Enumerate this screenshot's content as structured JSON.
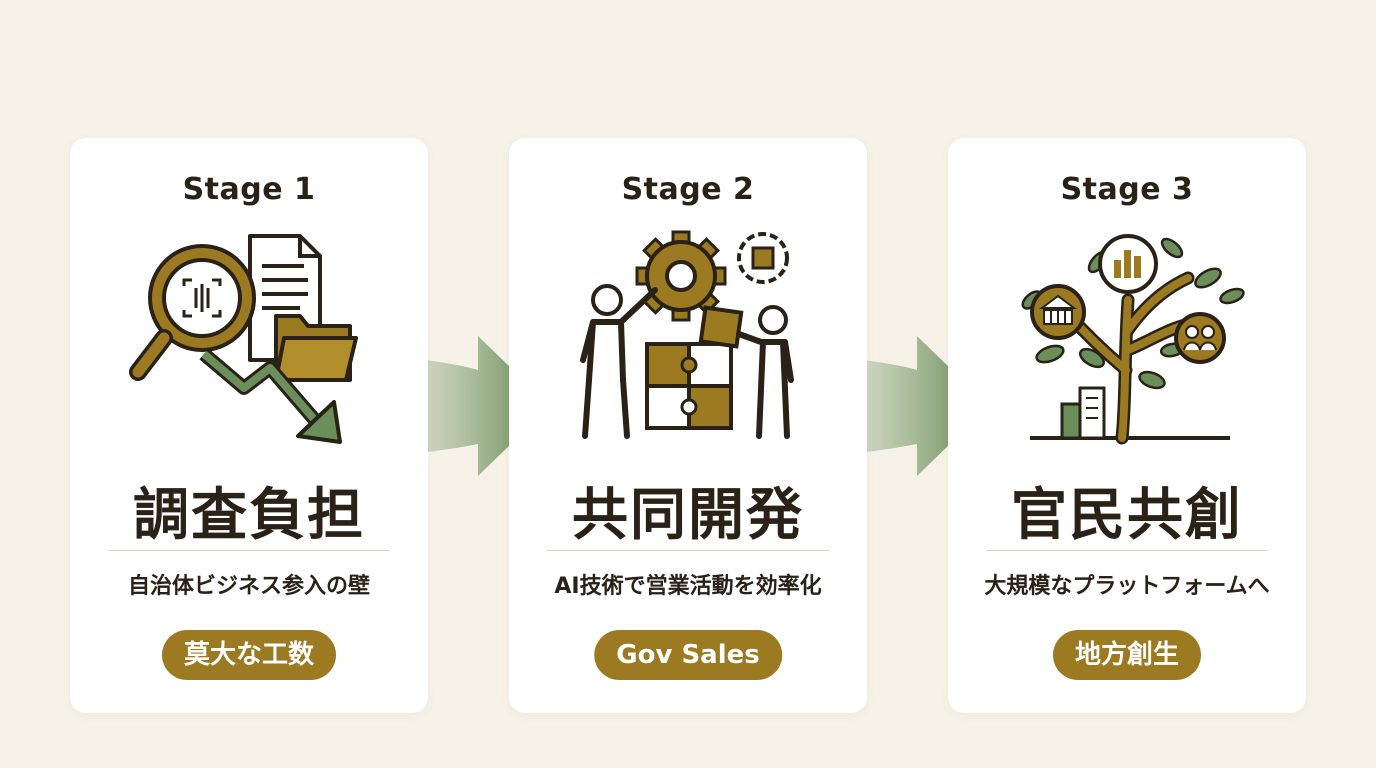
{
  "stages": [
    {
      "label": "Stage 1",
      "title": "調査負担",
      "subtitle": "自治体ビジネス参入の壁",
      "tag": "莫大な工数"
    },
    {
      "label": "Stage 2",
      "title": "共同開発",
      "subtitle": "AI技術で営業活動を効率化",
      "tag": "Gov Sales"
    },
    {
      "label": "Stage 3",
      "title": "官民共創",
      "subtitle": "大規模なプラットフォームへ",
      "tag": "地方創生"
    }
  ],
  "icons": {
    "stage1": "magnifier-document-folder-downtrend-icon",
    "stage2": "people-gears-puzzle-icon",
    "stage3": "growth-tree-icon"
  },
  "colors": {
    "background": "#f6f2e8",
    "card": "#ffffff",
    "gold": "#9c7a22",
    "arrow_green": "#6a8f5a",
    "text": "#2a2117"
  }
}
